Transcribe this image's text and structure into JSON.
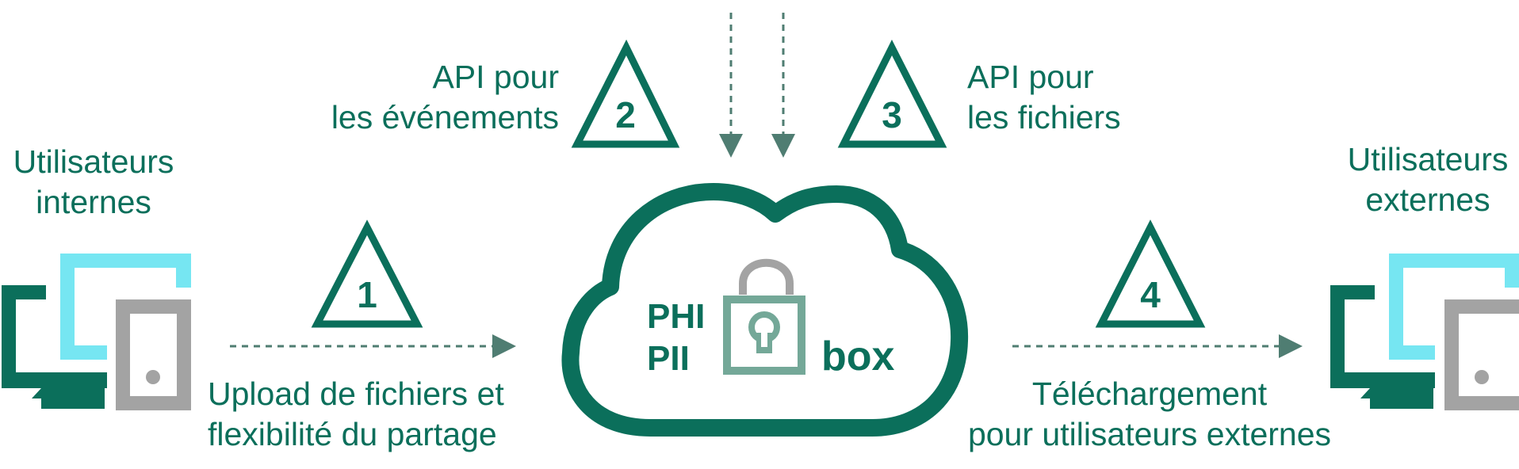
{
  "labels": {
    "internal_users_line1": "Utilisateurs",
    "internal_users_line2": "internes",
    "external_users_line1": "Utilisateurs",
    "external_users_line2": "externes",
    "api_events_line1": "API pour",
    "api_events_line2": "les événements",
    "api_files_line1": "API pour",
    "api_files_line2": "les fichiers",
    "upload_line1": "Upload de fichiers et",
    "upload_line2": "flexibilité du partage",
    "download_line1": "Téléchargement",
    "download_line2": "pour utilisateurs externes"
  },
  "steps": [
    "1",
    "2",
    "3",
    "4"
  ],
  "cloud": {
    "phi": "PHI",
    "pii": "PII",
    "brand": "box"
  },
  "colors": {
    "dark_green": "#0b6f5b",
    "light_cyan": "#76e6f2",
    "gray": "#a3a3a3",
    "lock_green": "#74a898",
    "arrow_gray": "#4f7d72"
  },
  "icons": [
    "computer-icon",
    "tablet-icon",
    "warning-triangle-icon",
    "cloud-icon",
    "padlock-icon",
    "dashed-arrow-icon"
  ]
}
